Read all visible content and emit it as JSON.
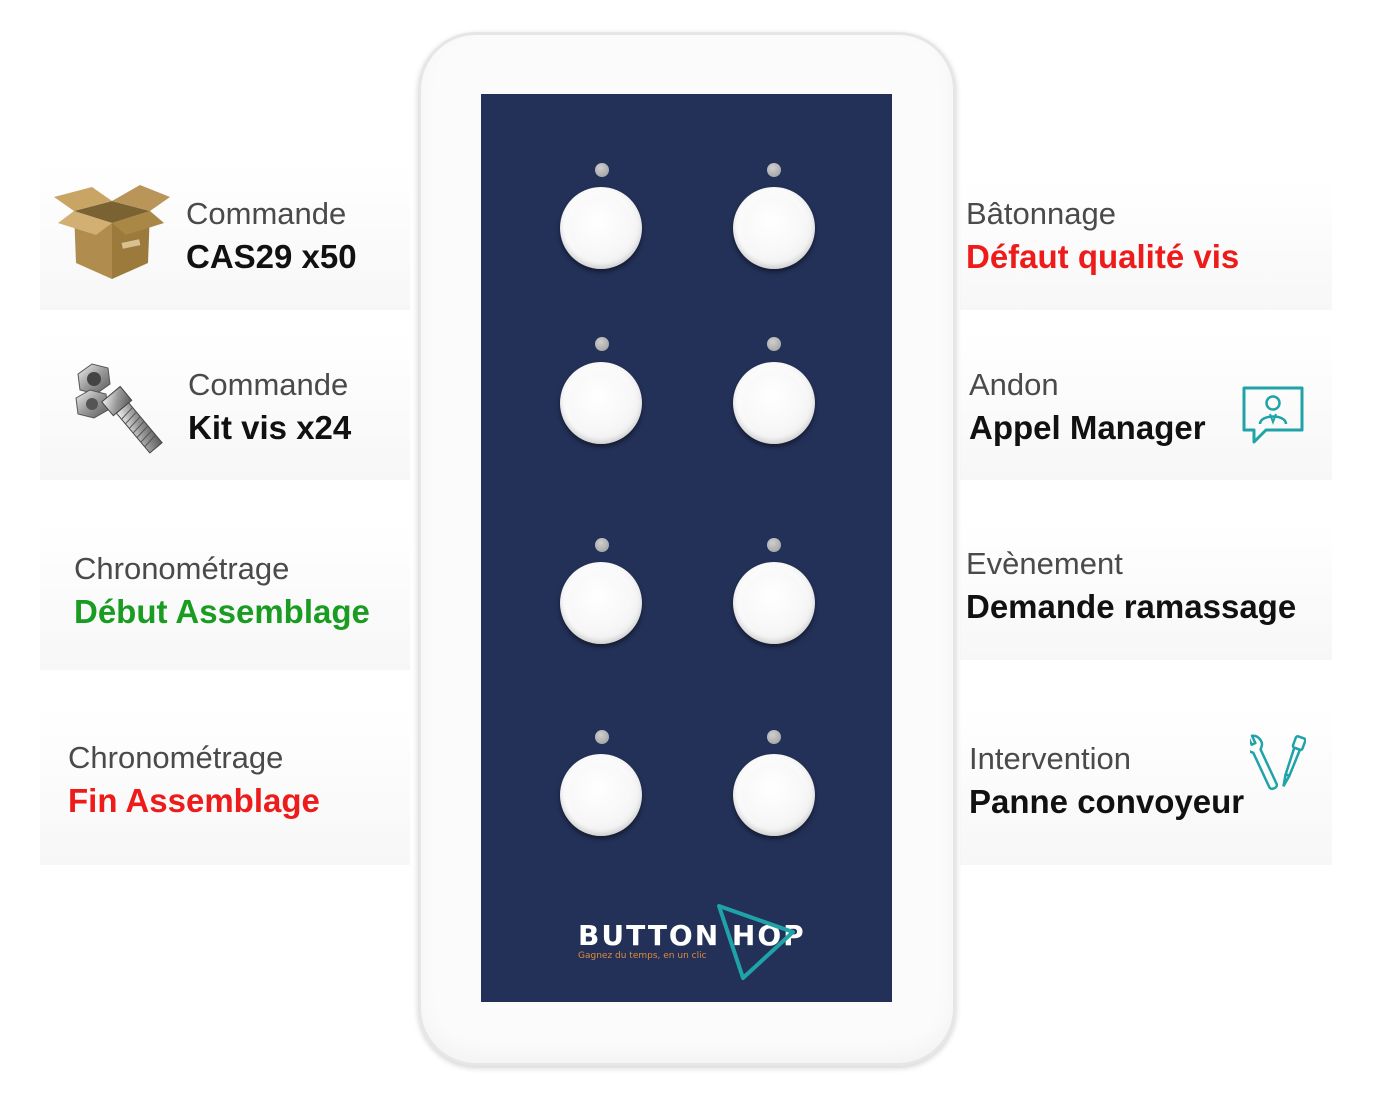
{
  "left_items": [
    {
      "category": "Commande",
      "action": "CAS29 x50",
      "icon": "cardboard-box-icon"
    },
    {
      "category": "Commande",
      "action": "Kit vis x24",
      "icon": "bolt-and-nut-icon"
    },
    {
      "category": "Chronométrage",
      "action": "Début Assemblage",
      "action_color": "#1a9c22"
    },
    {
      "category": "Chronométrage",
      "action": "Fin Assemblage",
      "action_color": "#ee1b1b"
    }
  ],
  "right_items": [
    {
      "category": "Bâtonnage",
      "action": "Défaut qualité vis",
      "action_color": "#ee1b1b"
    },
    {
      "category": "Andon",
      "action": "Appel Manager",
      "icon": "manager-chat-icon"
    },
    {
      "category": "Evènement",
      "action": "Demande ramassage"
    },
    {
      "category": "Intervention",
      "action": "Panne convoyeur",
      "icon": "wrench-screwdriver-icon"
    }
  ],
  "device": {
    "brand": "BUTTON HOP",
    "tagline": "Gagnez du temps, en un clic",
    "panel_color": "#233158",
    "accent_color": "#1fa3a8",
    "button_count": 8
  }
}
